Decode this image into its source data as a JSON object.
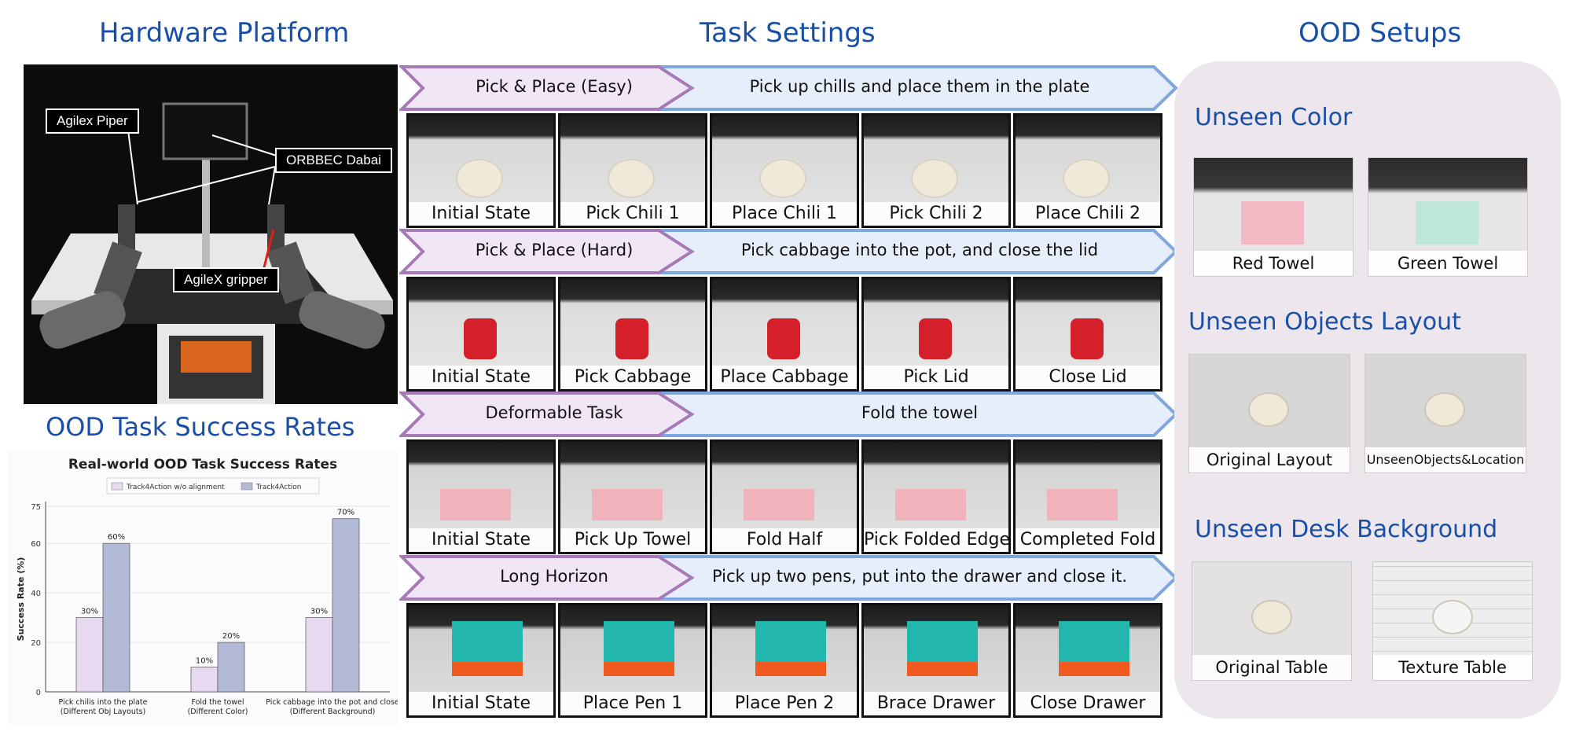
{
  "sections": {
    "hardware": "Hardware Platform",
    "tasks": "Task Settings",
    "ood": "OOD Setups",
    "ood_rates": "OOD Task Success Rates"
  },
  "hardware_labels": {
    "piper": "Agilex Piper",
    "camera": "ORBBEC Dabai",
    "gripper": "AgileX gripper"
  },
  "task_rows": [
    {
      "name": "Pick & Place (Easy)",
      "instruction": "Pick up chills and place them in the plate",
      "frames": [
        "Initial State",
        "Pick Chili 1",
        "Place Chili 1",
        "Pick Chili 2",
        "Place Chili 2"
      ]
    },
    {
      "name": "Pick & Place (Hard)",
      "instruction": "Pick cabbage into the pot, and close the lid",
      "frames": [
        "Initial State",
        "Pick Cabbage",
        "Place Cabbage",
        "Pick Lid",
        "Close Lid"
      ]
    },
    {
      "name": "Deformable Task",
      "instruction": "Fold the towel",
      "frames": [
        "Initial State",
        "Pick Up Towel",
        "Fold Half",
        "Pick Folded Edge",
        "Completed Fold"
      ]
    },
    {
      "name": "Long Horizon",
      "instruction": "Pick up two pens, put into the drawer and close it.",
      "frames": [
        "Initial State",
        "Place Pen 1",
        "Place Pen 2",
        "Brace Drawer",
        "Close Drawer"
      ]
    }
  ],
  "ood_groups": [
    {
      "title": "Unseen Color",
      "tiles": [
        "Red Towel",
        "Green Towel"
      ]
    },
    {
      "title": "Unseen Objects Layout",
      "tiles": [
        "Original Layout",
        "UnseenObjects&Location"
      ]
    },
    {
      "title": "Unseen Desk Background",
      "tiles": [
        "Original Table",
        "Texture Table"
      ]
    }
  ],
  "chart_data": {
    "type": "bar",
    "title": "Real-world OOD Task Success Rates",
    "ylabel": "Success Rate (%)",
    "xlabel": "",
    "ylim": [
      0,
      75
    ],
    "yticks": [
      0,
      20,
      40,
      60,
      75
    ],
    "categories": [
      [
        "Pick chilis into the plate",
        "(Different Obj Layouts)"
      ],
      [
        "Fold the towel",
        "(Different Color)"
      ],
      [
        "Pick cabbage into the pot and close",
        "(Different Background)"
      ]
    ],
    "series": [
      {
        "name": "Track4Action w/o alignment",
        "values": [
          30,
          10,
          30
        ],
        "labels": [
          "30%",
          "10%",
          "30%"
        ],
        "color": "#e7d9ef"
      },
      {
        "name": "Track4Action",
        "values": [
          60,
          20,
          70
        ],
        "labels": [
          "60%",
          "20%",
          "70%"
        ],
        "color": "#b3bad6"
      }
    ],
    "legend": "top-center",
    "grid": true
  }
}
